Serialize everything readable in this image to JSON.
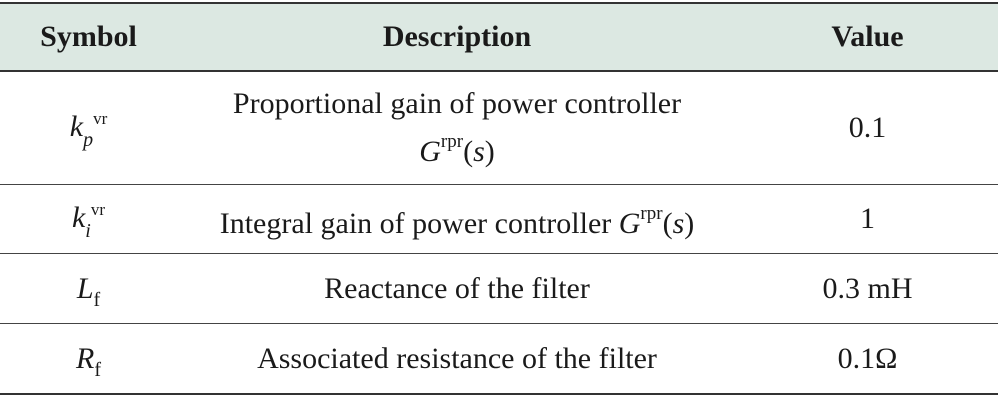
{
  "headers": {
    "symbol": "Symbol",
    "description": "Description",
    "value": "Value"
  },
  "rows": [
    {
      "symbol": {
        "base": "k",
        "sub": "p",
        "sup": "vr"
      },
      "description": {
        "line1": "Proportional gain of power controller",
        "g": "G",
        "g_sup": "rpr",
        "arg_open": "(",
        "arg": "s",
        "arg_close": ")"
      },
      "value": "0.1"
    },
    {
      "symbol": {
        "base": "k",
        "sub": "i",
        "sup": "vr"
      },
      "description": {
        "text": "Integral gain of power controller",
        "g": "G",
        "g_sup": "rpr",
        "arg_open": "(",
        "arg": "s",
        "arg_close": ")"
      },
      "value": "1"
    },
    {
      "symbol": {
        "base": "L",
        "sub": "f"
      },
      "description": {
        "text": "Reactance of the filter"
      },
      "value": "0.3 mH"
    },
    {
      "symbol": {
        "base": "R",
        "sub": "f"
      },
      "description": {
        "text": "Associated resistance of the filter"
      },
      "value": "0.1Ω"
    }
  ],
  "colors": {
    "header_bg": "#dce8e2",
    "rule": "#333333"
  }
}
